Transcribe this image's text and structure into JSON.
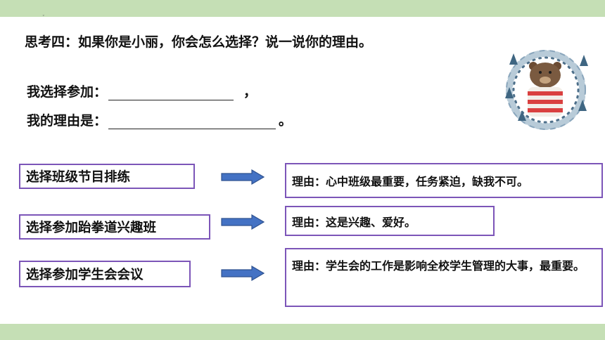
{
  "slide": {
    "question": "思考四：如果你是小丽，你会怎么选择？说一说你的理由。",
    "fill1_label": "我选择参加：",
    "fill1_suffix": "，",
    "fill2_label": "我的理由是：",
    "fill2_suffix": "。"
  },
  "options": [
    {
      "choice": "选择班级节目排练",
      "reason": "理由：心中班级最重要，任务紧迫，缺我不可。"
    },
    {
      "choice": "选择参加跆拳道兴趣班",
      "reason": "理由：这是兴趣、爱好。"
    },
    {
      "choice": "选择参加学生会会议",
      "reason": "理由：学生会的工作是影响全校学生管理的大事，最重要。"
    }
  ],
  "colors": {
    "band": "#c5dfb5",
    "box_border": "#7c55b8",
    "arrow_fill": "#4472c4",
    "arrow_stroke": "#2f528f"
  },
  "icons": {
    "arrow": "right-arrow-icon",
    "illustration": "bear-wreath-illustration"
  }
}
